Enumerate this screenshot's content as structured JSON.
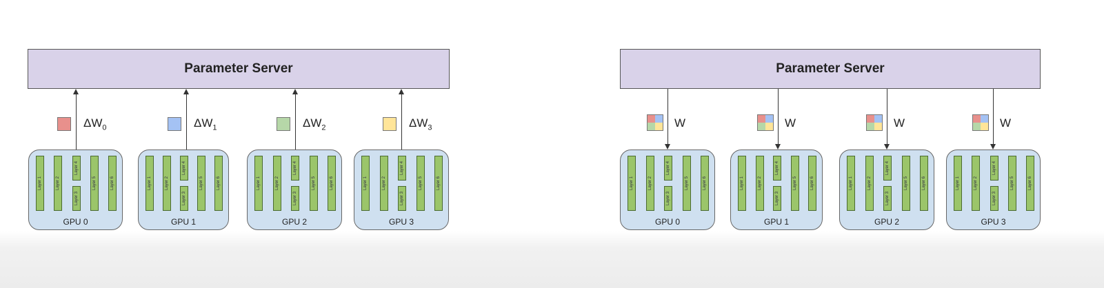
{
  "panels": [
    {
      "title": "Parameter Server",
      "direction": "up"
    },
    {
      "title": "Parameter Server",
      "direction": "down"
    }
  ],
  "gpus": [
    "GPU 0",
    "GPU 1",
    "GPU 2",
    "GPU 3"
  ],
  "layers": [
    "Layer 1",
    "Layer 2",
    "Layer 4",
    "Layer 3",
    "Layer 5",
    "Layer 6"
  ],
  "gradients": [
    {
      "symbol": "ΔW",
      "sub": "0",
      "color": "#e8908c"
    },
    {
      "symbol": "ΔW",
      "sub": "1",
      "color": "#a4c2f4"
    },
    {
      "symbol": "ΔW",
      "sub": "2",
      "color": "#b6d7a8"
    },
    {
      "symbol": "ΔW",
      "sub": "3",
      "color": "#ffe599"
    }
  ],
  "weights_label": "W",
  "weight_colors": [
    "#e8908c",
    "#a4c2f4",
    "#b6d7a8",
    "#ffe599"
  ]
}
